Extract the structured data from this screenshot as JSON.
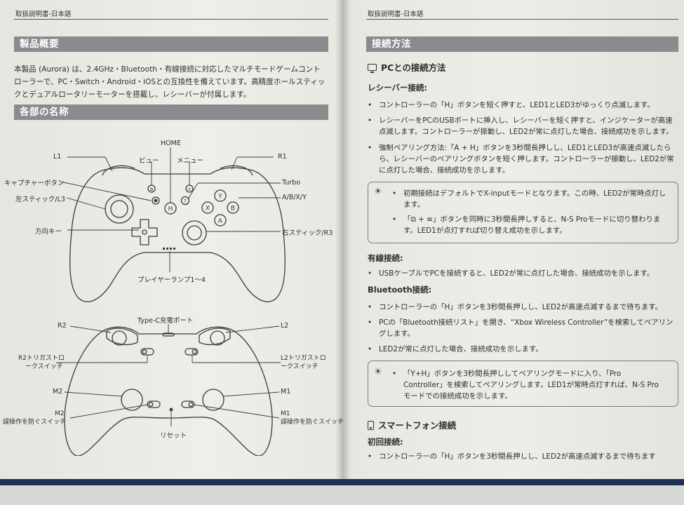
{
  "left": {
    "running_head": "取扱説明書-日本語",
    "section1_title": "製品概要",
    "overview": [
      "本製品 (Aurora) は、2.4GHz・Bluetooth・有線接続に対応したマルチモードゲームコント",
      "ローラーで、PC・Switch・Android・iOSとの互換性を備えています。高精度ホールスティッ",
      "クとデュアルロータリーモーターを搭載し、レシーバーが付属します。"
    ],
    "section2_title": "各部の名称",
    "labels": {
      "home": "HOME",
      "l1": "L1",
      "view": "ビュー",
      "menu": "メニュー",
      "r1": "R1",
      "capture": "キャプチャーボタン",
      "turbo": "Turbo",
      "left_stick": "左スティック/L3",
      "abxy": "A/B/X/Y",
      "dpad": "方向キー",
      "right_stick": "右スティック/R3",
      "player_lamps": "プレイヤーランプ1～4",
      "typec": "Type-C充電ポート",
      "r2": "R2",
      "l2": "L2",
      "r2_trigger_line1": "R2トリガストロ",
      "r2_trigger_line2": "ークスイッチ",
      "l2_trigger_line1": "L2トリガストロ",
      "l2_trigger_line2": "ークスイッチ",
      "m2": "M2",
      "m1": "M1",
      "m2_lock_line1": "M2",
      "m2_lock_line2": "誤操作を防ぐスイッチ",
      "m1_lock_line1": "M1",
      "m1_lock_line2": "誤操作を防ぐスイッチ",
      "reset": "リセット"
    },
    "buttons": {
      "h": "H",
      "t": "T",
      "x": "X",
      "y": "Y",
      "a": "A",
      "b": "B"
    }
  },
  "right": {
    "running_head": "取扱説明書-日本語",
    "section_title": "接続方法",
    "pc_heading": "PCとの接続方法",
    "receiver_heading": "レシーバー接続:",
    "receiver_bullets": [
      [
        "コントローラーの「H」ボタンを短く押すと、LED1とLED3がゆっくり点滅します。"
      ],
      [
        "レシーバーをPCのUSBポートに挿入し、レシーバーを短く押すと、インジケーターが高速",
        "点滅します。コントローラーが振動し、LED2が常に点灯した場合、接続成功を示します。"
      ],
      [
        "強制ペアリング方法:「A + H」ボタンを3秒間長押しし、LED1とLED3が高速点滅したら",
        "ら、レシーバーのペアリングボタンを短く押します。コントローラーが振動し、LED2が常",
        "に点灯した場合、接続成功を示します。"
      ]
    ],
    "tip1_bullets": [
      [
        "初期接続はデフォルトでX-inputモードとなります。この時、LED2が常時点灯し",
        "ます。"
      ],
      [
        "「⧉ + ≡」ボタンを同時に3秒間長押しすると、N-S Proモードに切り替わりま",
        "す。LED1が点灯すれば切り替え成功を示します。"
      ]
    ],
    "wired_heading": "有線接続:",
    "wired_bullet": "USBケーブルでPCを接続すると、LED2が常に点灯した場合、接続成功を示します。",
    "bt_heading": "Bluetooth接続:",
    "bt_bullets": [
      [
        "コントローラーの「H」ボタンを3秒間長押しし、LED2が高速点滅するまで待ちます。"
      ],
      [
        "PCの「Bluetooth接続リスト」を開き、“Xbox Wireless Controller”を検索してペアリン",
        "グします。"
      ],
      [
        "LED2が常に点灯した場合、接続成功を示します。"
      ]
    ],
    "tip2_lines": [
      "「Y+H」ボタンを3秒間長押ししてペアリングモードに入り、「Pro",
      "Controller」を検索してペアリングします。LED1が常時点灯すれば、N-S Pro",
      "モードでの接続成功を示します。"
    ],
    "phone_heading": "スマートフォン接続",
    "first_heading": "初回接続:",
    "first_bullet": "コントローラーの「H」ボタンを3秒間長押しし、LED2が高速点滅するまで待ちます",
    "bullet_char": "•"
  },
  "colors": {
    "section_bar": "#8a8b8d",
    "footer_band": "#1d2f52",
    "paper": "#eceae5"
  }
}
